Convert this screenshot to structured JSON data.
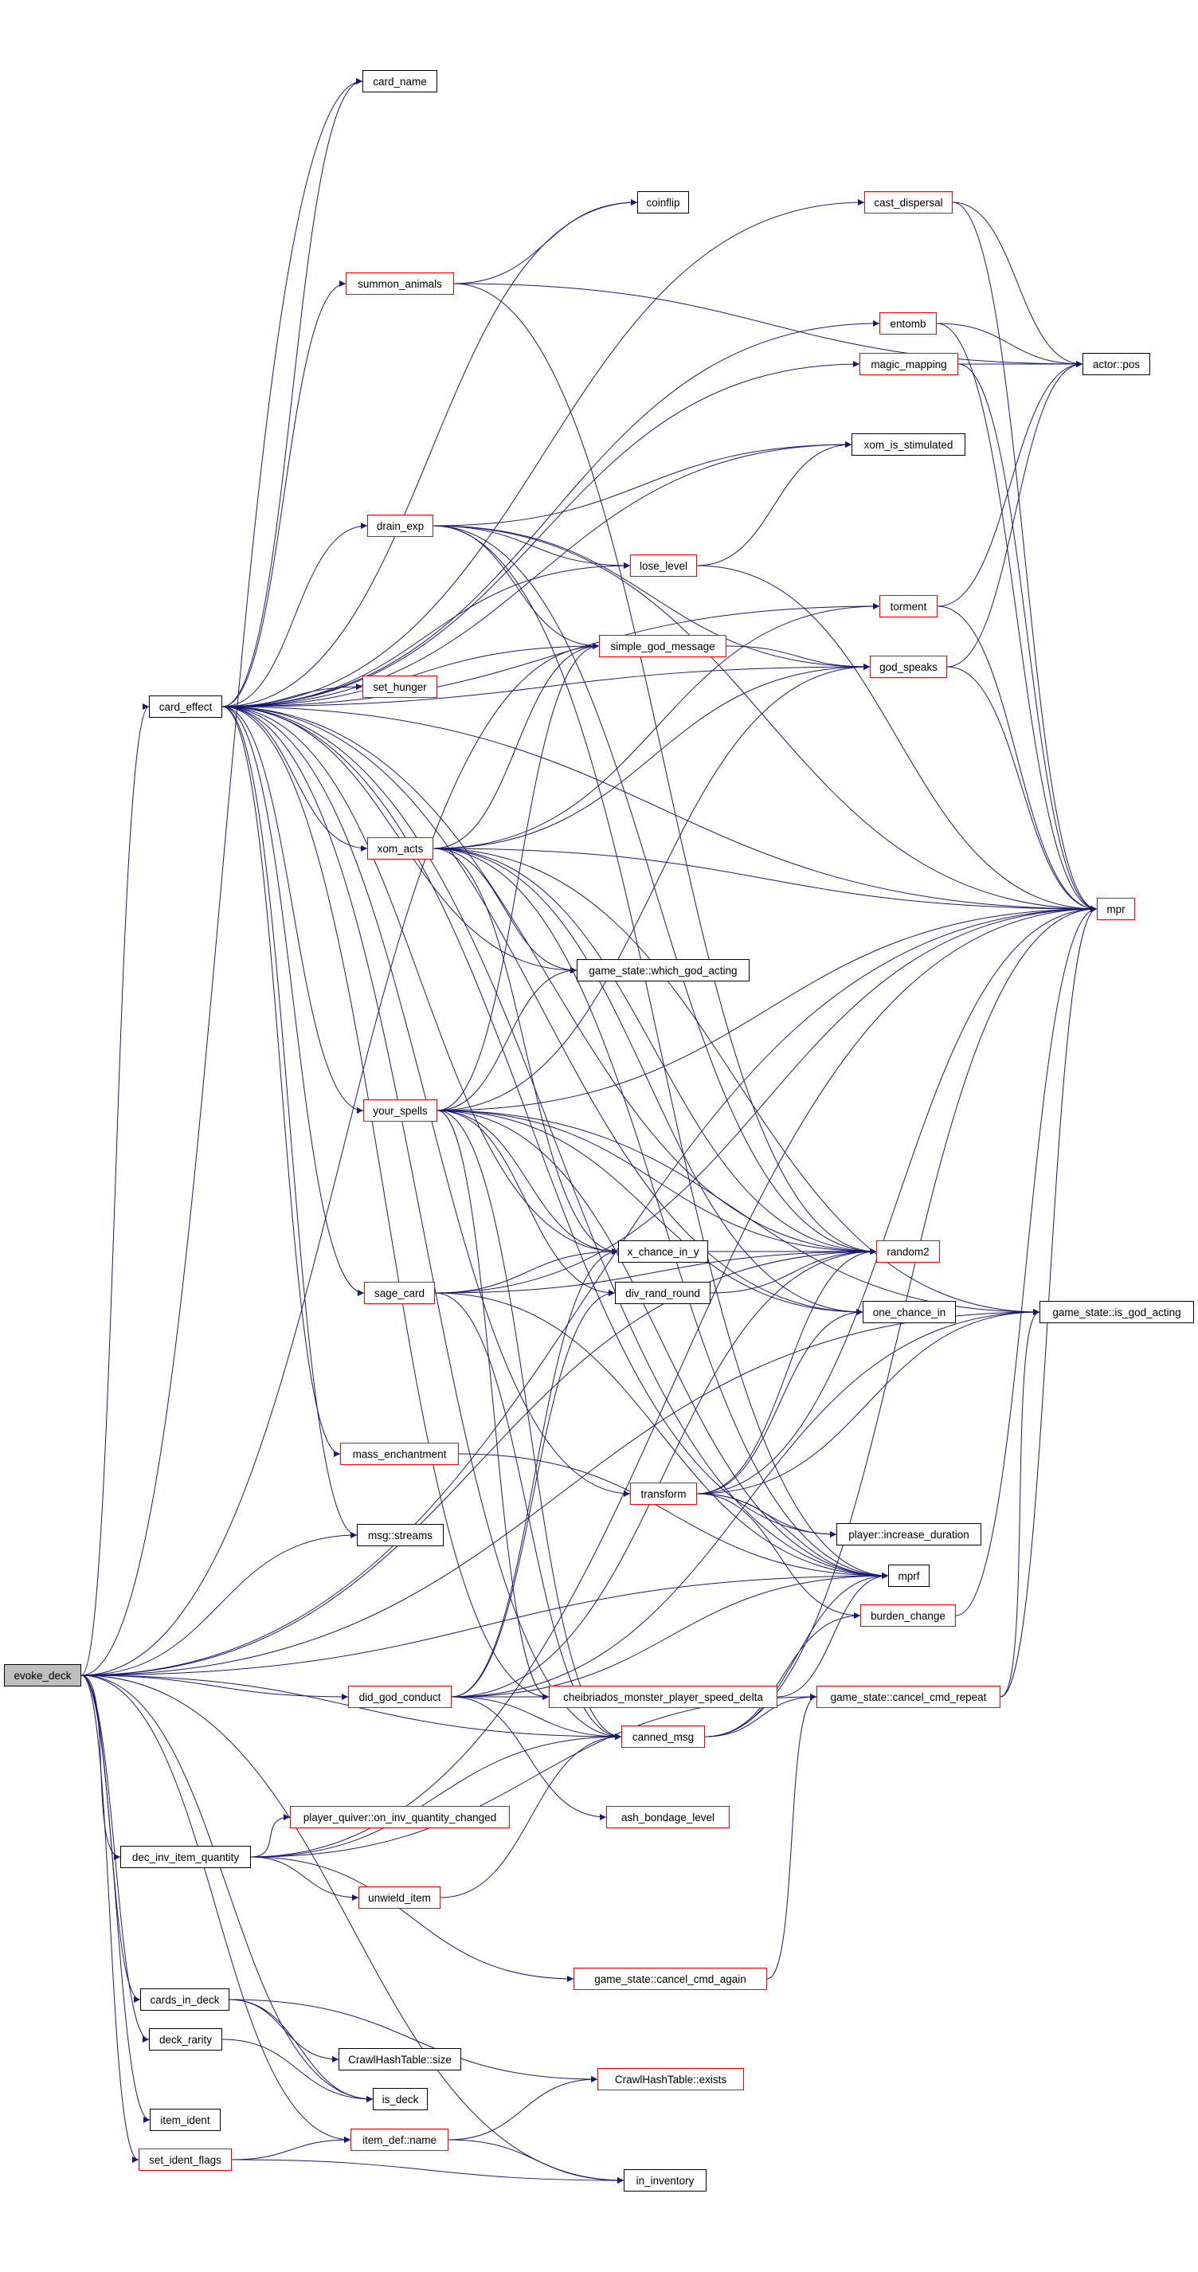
{
  "graph": {
    "title": "evoke_deck call graph",
    "edge_color": "#191970",
    "truncated_border_color": "#ff0000",
    "root_fill_color": "#bfbfbf"
  },
  "nodes": [
    {
      "id": "evoke_deck",
      "label": "evoke_deck",
      "root": true
    },
    {
      "id": "card_effect",
      "label": "card_effect"
    },
    {
      "id": "card_name",
      "label": "card_name"
    },
    {
      "id": "cast_dispersal",
      "label": "cast_dispersal",
      "truncated": true
    },
    {
      "id": "coinflip",
      "label": "coinflip"
    },
    {
      "id": "summon_animals",
      "label": "summon_animals",
      "truncated": true
    },
    {
      "id": "entomb",
      "label": "entomb",
      "truncated": true
    },
    {
      "id": "actor_pos",
      "label": "actor::pos"
    },
    {
      "id": "magic_mapping",
      "label": "magic_mapping",
      "truncated": true
    },
    {
      "id": "xom_is_stimulated",
      "label": "xom_is_stimulated"
    },
    {
      "id": "drain_exp",
      "label": "drain_exp",
      "truncated": true
    },
    {
      "id": "lose_level",
      "label": "lose_level",
      "truncated": true
    },
    {
      "id": "torment",
      "label": "torment",
      "truncated": true
    },
    {
      "id": "simple_god_message",
      "label": "simple_god_message",
      "truncated": true
    },
    {
      "id": "god_speaks",
      "label": "god_speaks",
      "truncated": true
    },
    {
      "id": "set_hunger",
      "label": "set_hunger",
      "truncated": true
    },
    {
      "id": "xom_acts",
      "label": "xom_acts",
      "truncated": true
    },
    {
      "id": "mpr",
      "label": "mpr",
      "truncated": true
    },
    {
      "id": "which_god_acting",
      "label": "game_state::which_god_acting"
    },
    {
      "id": "your_spells",
      "label": "your_spells",
      "truncated": true
    },
    {
      "id": "x_chance_in_y",
      "label": "x_chance_in_y"
    },
    {
      "id": "random2",
      "label": "random2",
      "truncated": true
    },
    {
      "id": "sage_card",
      "label": "sage_card",
      "truncated": true
    },
    {
      "id": "div_rand_round",
      "label": "div_rand_round"
    },
    {
      "id": "one_chance_in",
      "label": "one_chance_in"
    },
    {
      "id": "is_god_acting",
      "label": "game_state::is_god_acting"
    },
    {
      "id": "mass_enchantment",
      "label": "mass_enchantment",
      "truncated": true
    },
    {
      "id": "transform",
      "label": "transform",
      "truncated": true
    },
    {
      "id": "increase_duration",
      "label": "player::increase_duration"
    },
    {
      "id": "msg_streams",
      "label": "msg::streams"
    },
    {
      "id": "mprf",
      "label": "mprf"
    },
    {
      "id": "burden_change",
      "label": "burden_change",
      "truncated": true
    },
    {
      "id": "did_god_conduct",
      "label": "did_god_conduct",
      "truncated": true
    },
    {
      "id": "cheibriados",
      "label": "cheibriados_monster_player_speed_delta",
      "truncated": true
    },
    {
      "id": "cancel_cmd_repeat",
      "label": "game_state::cancel_cmd_repeat",
      "truncated": true
    },
    {
      "id": "canned_msg",
      "label": "canned_msg",
      "truncated": true
    },
    {
      "id": "player_quiver",
      "label": "player_quiver::on_inv_quantity_changed",
      "truncated": true
    },
    {
      "id": "ash_bondage_level",
      "label": "ash_bondage_level",
      "truncated": true
    },
    {
      "id": "dec_inv_item_quantity",
      "label": "dec_inv_item_quantity"
    },
    {
      "id": "unwield_item",
      "label": "unwield_item",
      "truncated": true
    },
    {
      "id": "cancel_cmd_again",
      "label": "game_state::cancel_cmd_again",
      "truncated": true
    },
    {
      "id": "cards_in_deck",
      "label": "cards_in_deck"
    },
    {
      "id": "deck_rarity",
      "label": "deck_rarity"
    },
    {
      "id": "crawl_size",
      "label": "CrawlHashTable::size"
    },
    {
      "id": "crawl_exists",
      "label": "CrawlHashTable::exists",
      "truncated": true
    },
    {
      "id": "is_deck",
      "label": "is_deck"
    },
    {
      "id": "item_ident",
      "label": "item_ident"
    },
    {
      "id": "item_def_name",
      "label": "item_def::name",
      "truncated": true
    },
    {
      "id": "set_ident_flags",
      "label": "set_ident_flags",
      "truncated": true
    },
    {
      "id": "in_inventory",
      "label": "in_inventory"
    }
  ],
  "edges": [
    [
      "evoke_deck",
      "card_effect"
    ],
    [
      "evoke_deck",
      "card_name"
    ],
    [
      "evoke_deck",
      "simple_god_message"
    ],
    [
      "evoke_deck",
      "msg_streams"
    ],
    [
      "evoke_deck",
      "mprf"
    ],
    [
      "evoke_deck",
      "mpr"
    ],
    [
      "evoke_deck",
      "did_god_conduct"
    ],
    [
      "evoke_deck",
      "dec_inv_item_quantity"
    ],
    [
      "evoke_deck",
      "cards_in_deck"
    ],
    [
      "evoke_deck",
      "deck_rarity"
    ],
    [
      "evoke_deck",
      "item_ident"
    ],
    [
      "evoke_deck",
      "set_ident_flags"
    ],
    [
      "evoke_deck",
      "item_def_name"
    ],
    [
      "evoke_deck",
      "in_inventory"
    ],
    [
      "evoke_deck",
      "is_deck"
    ],
    [
      "evoke_deck",
      "canned_msg"
    ],
    [
      "evoke_deck",
      "is_god_acting"
    ],
    [
      "evoke_deck",
      "random2"
    ],
    [
      "card_effect",
      "card_name"
    ],
    [
      "card_effect",
      "cast_dispersal"
    ],
    [
      "card_effect",
      "coinflip"
    ],
    [
      "card_effect",
      "summon_animals"
    ],
    [
      "card_effect",
      "entomb"
    ],
    [
      "card_effect",
      "magic_mapping"
    ],
    [
      "card_effect",
      "xom_is_stimulated"
    ],
    [
      "card_effect",
      "drain_exp"
    ],
    [
      "card_effect",
      "lose_level"
    ],
    [
      "card_effect",
      "torment"
    ],
    [
      "card_effect",
      "simple_god_message"
    ],
    [
      "card_effect",
      "god_speaks"
    ],
    [
      "card_effect",
      "set_hunger"
    ],
    [
      "card_effect",
      "xom_acts"
    ],
    [
      "card_effect",
      "mpr"
    ],
    [
      "card_effect",
      "which_god_acting"
    ],
    [
      "card_effect",
      "your_spells"
    ],
    [
      "card_effect",
      "x_chance_in_y"
    ],
    [
      "card_effect",
      "random2"
    ],
    [
      "card_effect",
      "sage_card"
    ],
    [
      "card_effect",
      "one_chance_in"
    ],
    [
      "card_effect",
      "mass_enchantment"
    ],
    [
      "card_effect",
      "transform"
    ],
    [
      "card_effect",
      "msg_streams"
    ],
    [
      "card_effect",
      "mprf"
    ],
    [
      "card_effect",
      "increase_duration"
    ],
    [
      "card_effect",
      "cheibriados"
    ],
    [
      "card_effect",
      "canned_msg"
    ],
    [
      "summon_animals",
      "coinflip"
    ],
    [
      "summon_animals",
      "actor_pos"
    ],
    [
      "summon_animals",
      "random2"
    ],
    [
      "cast_dispersal",
      "actor_pos"
    ],
    [
      "cast_dispersal",
      "mpr"
    ],
    [
      "entomb",
      "actor_pos"
    ],
    [
      "entomb",
      "mpr"
    ],
    [
      "magic_mapping",
      "actor_pos"
    ],
    [
      "magic_mapping",
      "mpr"
    ],
    [
      "drain_exp",
      "xom_is_stimulated"
    ],
    [
      "drain_exp",
      "lose_level"
    ],
    [
      "drain_exp",
      "simple_god_message"
    ],
    [
      "drain_exp",
      "god_speaks"
    ],
    [
      "drain_exp",
      "mpr"
    ],
    [
      "drain_exp",
      "random2"
    ],
    [
      "drain_exp",
      "mprf"
    ],
    [
      "lose_level",
      "xom_is_stimulated"
    ],
    [
      "lose_level",
      "mpr"
    ],
    [
      "torment",
      "actor_pos"
    ],
    [
      "torment",
      "mpr"
    ],
    [
      "simple_god_message",
      "god_speaks"
    ],
    [
      "god_speaks",
      "actor_pos"
    ],
    [
      "god_speaks",
      "mpr"
    ],
    [
      "xom_acts",
      "simple_god_message"
    ],
    [
      "xom_acts",
      "god_speaks"
    ],
    [
      "xom_acts",
      "mpr"
    ],
    [
      "xom_acts",
      "which_god_acting"
    ],
    [
      "xom_acts",
      "random2"
    ],
    [
      "xom_acts",
      "one_chance_in"
    ],
    [
      "xom_acts",
      "x_chance_in_y"
    ],
    [
      "xom_acts",
      "is_god_acting"
    ],
    [
      "xom_acts",
      "mprf"
    ],
    [
      "xom_acts",
      "torment"
    ],
    [
      "your_spells",
      "simple_god_message"
    ],
    [
      "your_spells",
      "god_speaks"
    ],
    [
      "your_spells",
      "mpr"
    ],
    [
      "your_spells",
      "which_god_acting"
    ],
    [
      "your_spells",
      "x_chance_in_y"
    ],
    [
      "your_spells",
      "div_rand_round"
    ],
    [
      "your_spells",
      "random2"
    ],
    [
      "your_spells",
      "one_chance_in"
    ],
    [
      "your_spells",
      "is_god_acting"
    ],
    [
      "your_spells",
      "mprf"
    ],
    [
      "your_spells",
      "canned_msg"
    ],
    [
      "your_spells",
      "cheibriados"
    ],
    [
      "x_chance_in_y",
      "random2"
    ],
    [
      "div_rand_round",
      "random2"
    ],
    [
      "sage_card",
      "x_chance_in_y"
    ],
    [
      "sage_card",
      "random2"
    ],
    [
      "sage_card",
      "mpr"
    ],
    [
      "sage_card",
      "mprf"
    ],
    [
      "sage_card",
      "canned_msg"
    ],
    [
      "mass_enchantment",
      "mprf"
    ],
    [
      "transform",
      "random2"
    ],
    [
      "transform",
      "one_chance_in"
    ],
    [
      "transform",
      "mpr"
    ],
    [
      "transform",
      "is_god_acting"
    ],
    [
      "transform",
      "increase_duration"
    ],
    [
      "transform",
      "mprf"
    ],
    [
      "transform",
      "burden_change"
    ],
    [
      "burden_change",
      "mpr"
    ],
    [
      "did_god_conduct",
      "random2"
    ],
    [
      "did_god_conduct",
      "x_chance_in_y"
    ],
    [
      "did_god_conduct",
      "div_rand_round"
    ],
    [
      "did_god_conduct",
      "cheibriados"
    ],
    [
      "did_god_conduct",
      "ash_bondage_level"
    ],
    [
      "did_god_conduct",
      "canned_msg"
    ],
    [
      "did_god_conduct",
      "mprf"
    ],
    [
      "did_god_conduct",
      "is_god_acting"
    ],
    [
      "cheibriados",
      "mprf"
    ],
    [
      "canned_msg",
      "mprf"
    ],
    [
      "canned_msg",
      "cancel_cmd_repeat"
    ],
    [
      "canned_msg",
      "burden_change"
    ],
    [
      "canned_msg",
      "mpr"
    ],
    [
      "cancel_cmd_repeat",
      "mpr"
    ],
    [
      "cancel_cmd_repeat",
      "is_god_acting"
    ],
    [
      "dec_inv_item_quantity",
      "player_quiver"
    ],
    [
      "dec_inv_item_quantity",
      "unwield_item"
    ],
    [
      "dec_inv_item_quantity",
      "canned_msg"
    ],
    [
      "dec_inv_item_quantity",
      "cancel_cmd_again"
    ],
    [
      "dec_inv_item_quantity",
      "cancel_cmd_repeat"
    ],
    [
      "dec_inv_item_quantity",
      "mpr"
    ],
    [
      "unwield_item",
      "canned_msg"
    ],
    [
      "cancel_cmd_again",
      "cancel_cmd_repeat"
    ],
    [
      "cards_in_deck",
      "crawl_size"
    ],
    [
      "cards_in_deck",
      "crawl_exists"
    ],
    [
      "cards_in_deck",
      "is_deck"
    ],
    [
      "deck_rarity",
      "is_deck"
    ],
    [
      "item_def_name",
      "crawl_exists"
    ],
    [
      "item_def_name",
      "in_inventory"
    ],
    [
      "set_ident_flags",
      "item_def_name"
    ],
    [
      "set_ident_flags",
      "in_inventory"
    ]
  ]
}
